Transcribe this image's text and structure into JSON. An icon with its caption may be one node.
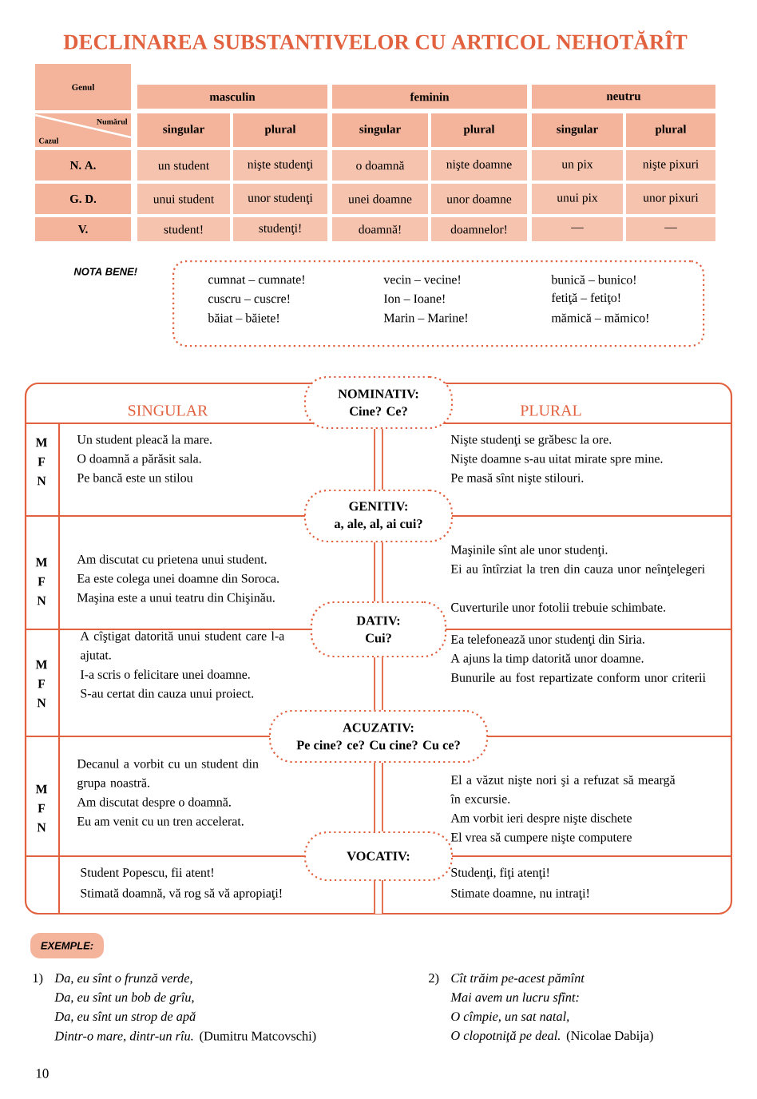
{
  "diagram": {
    "title": "DECLINAREA SUBSTANTIVELOR CU ARTICOL NEHOTĂRÎT",
    "nodes": [
      {
        "text": [
          "NOTA BENE!",
          "cumnat – cumnate!",
          "vecin – vecine!",
          "bunică – bunico!",
          "cuscru – cuscre!",
          "Ion – Ioane!",
          "fetiţă – fetiţo!",
          "băiat – băiete!",
          "Marin – Marine!",
          "mămică – mămico!"
        ]
      },
      {
        "text": [
          "NOMINATIV:",
          "Cine? Ce?"
        ]
      },
      {
        "text": [
          "GENITIV:",
          "a, ale, al, ai cui?"
        ]
      },
      {
        "text": [
          "DATIV:",
          "Cui?"
        ]
      },
      {
        "text": [
          "ACUZATIV:",
          "Pe cine? ce? Cu cine? Cu ce?"
        ]
      },
      {
        "text": [
          "VOCATIV:"
        ]
      },
      {
        "text": [
          "EXEMPLE:"
        ]
      }
    ],
    "edges": [
      {
        "from": 1,
        "to": 2,
        "arrow": "none"
      },
      {
        "from": 2,
        "to": 3,
        "arrow": "none"
      },
      {
        "from": 3,
        "to": 4,
        "arrow": "none"
      },
      {
        "from": 4,
        "to": 5,
        "arrow": "none"
      }
    ],
    "labels": [
      "Genul",
      "masculin",
      "feminin",
      "neutru",
      "Numărul",
      "Cazul",
      "singular",
      "plural",
      "singular",
      "plural",
      "singular",
      "plural",
      "N. A.",
      "un student",
      "nişte studenţi",
      "o doamnă",
      "nişte doamne",
      "un pix",
      "nişte pixuri",
      "G. D.",
      "unui student",
      "unor studenţi",
      "unei doamne",
      "unor doamne",
      "unui pix",
      "unor pixuri",
      "V.",
      "student!",
      "studenţi!",
      "doamnă!",
      "doamnelor!",
      "—",
      "—",
      "SINGULAR",
      "PLURAL",
      "M",
      "F",
      "N",
      "Un student pleacă la mare.",
      "O doamnă a părăsit sala.",
      "Pe bancă este un stilou",
      "Nişte studenţi se grăbesc la ore.",
      "Nişte doamne s-au uitat mirate spre mine.",
      "Pe masă sînt nişte stilouri.",
      "M",
      "F",
      "N",
      "Am discutat cu prietena unui student.",
      "Ea este colega unei doamne din Soroca.",
      "Maşina este a unui teatru din Chişinău.",
      "Maşinile sînt ale unor studenţi.",
      "Ei au întîrziat la tren din cauza unor neînţelegeri",
      "Cuverturile unor fotolii trebuie schimbate.",
      "M",
      "F",
      "N",
      "A cîştigat datorită unui student care l-a ajutat.",
      "I-a scris o felicitare unei doamne.",
      "S-au certat din cauza unui proiect.",
      "Ea telefonează unor studenţi din Siria.",
      "A ajuns la timp datorită unor doamne.",
      "Bunurile au fost repartizate conform unor criterii",
      "M",
      "F",
      "N",
      "Decanul a vorbit cu un student din grupa noastră.",
      "Am discutat despre o doamnă.",
      "Eu am venit cu un tren accelerat.",
      "El a văzut nişte nori şi a refuzat să meargă în excursie.",
      "Am vorbit ieri despre nişte dischete",
      "El vrea să cumpere nişte computere",
      "Student Popescu, fii atent!",
      "Stimată doamnă, vă rog să vă apropiaţi!",
      "Studenţi, fiţi atenţi!",
      "Stimate doamne, nu intraţi!",
      "1)",
      "Da, eu sînt o frunză verde,",
      "Da, eu sînt un bob de grîu,",
      "Da, eu sînt un strop de apă",
      "Dintr-o mare, dintr-un rîu.",
      "(Dumitru Matcovschi)",
      "2)",
      "Cît trăim pe-acest pămînt",
      "Mai avem un lucru sfînt:",
      "O cîmpie, un sat natal,",
      "O clopotniţă pe deal.",
      "(Nicolae Dabija)",
      "10"
    ]
  }
}
